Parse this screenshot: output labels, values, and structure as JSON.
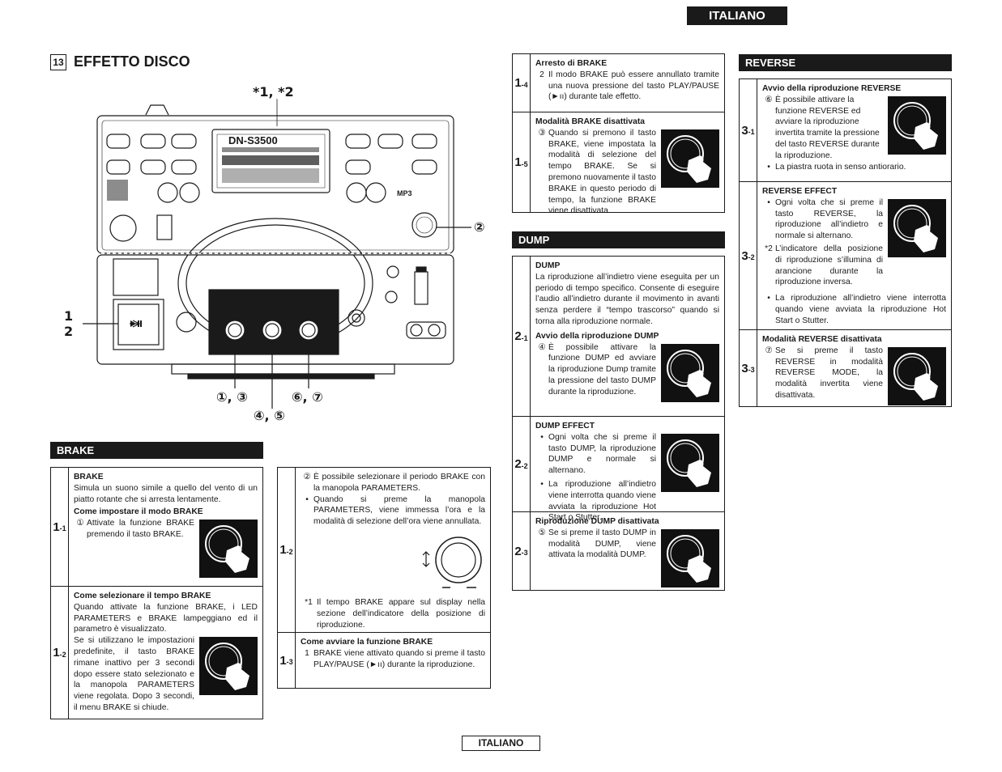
{
  "header": {
    "language_tab": "ITALIANO"
  },
  "section": {
    "number": "13",
    "title": "EFFETTO DISCO"
  },
  "figure": {
    "device_label": "DN-S3500",
    "top_callout": "*1, *2",
    "callout_1": "1",
    "callout_2": "2",
    "callout_knob": "②",
    "callout_13": "①, ③",
    "callout_45": "④, ⑤",
    "callout_67": "⑥, ⑦",
    "mp3": "MP3"
  },
  "brake": {
    "title": "BRAKE",
    "r11": {
      "label": "1",
      "sub": "-1",
      "heading": "BRAKE",
      "text": "Simula un suono simile a quello del vento di un piatto rotante che si arresta lentamente.",
      "sub_heading": "Come impostare il modo BRAKE",
      "m1": "①",
      "t1": "Attivate la funzione BRAKE premendo il tasto BRAKE."
    },
    "r12": {
      "label": "1",
      "sub": "-2",
      "heading": "Come selezionare il tempo BRAKE",
      "text1": "Quando attivate la funzione BRAKE, i LED PARAMETERS e BRAKE lampeggiano ed il parametro è visualizzato.",
      "text2": "Se si utilizzano le impostazioni predefinite, il tasto BRAKE rimane inattivo per 3 secondi dopo essere stato selezionato e la manopola PARAMETERS viene regolata. Dopo 3 secondi, il menu BRAKE si chiude."
    },
    "r12b": {
      "label": "1",
      "sub": "-2",
      "m2": "②",
      "t2": "È possibile selezionare il periodo BRAKE con la manopola PARAMETERS.",
      "m3": "•",
      "t3": "Quando si preme la manopola PARAMETERS, viene immessa l’ora e la modalità di selezione dell’ora viene annullata.",
      "note_m": "*1",
      "note_t": "Il tempo BRAKE appare sul display nella sezione dell’indicatore della posizione di riproduzione."
    },
    "r13": {
      "label": "1",
      "sub": "-3",
      "heading": "Come avviare la funzione BRAKE",
      "m": "1",
      "t": "BRAKE viene attivato quando si preme il tasto PLAY/PAUSE (►ıı) durante la riproduzione."
    },
    "r14": {
      "label": "1",
      "sub": "-4",
      "heading": "Arresto di BRAKE",
      "m": "2",
      "t": "Il modo BRAKE può essere annullato tramite una nuova pressione del tasto PLAY/PAUSE (►ıı) durante tale effetto."
    },
    "r15": {
      "label": "1",
      "sub": "-5",
      "heading": "Modalità BRAKE disattivata",
      "m": "③",
      "t": "Quando si premono il tasto BRAKE, viene impostata la modalità di selezione del tempo BRAKE. Se si premono nuovamente il tasto BRAKE in questo periodo di tempo, la funzione BRAKE viene disattivata."
    }
  },
  "dump": {
    "title": "DUMP",
    "r21": {
      "label": "2",
      "sub": "-1",
      "heading": "DUMP",
      "text": "La riproduzione all’indietro viene eseguita per un periodo di tempo specifico. Consente di eseguire l’audio all’indietro durante il movimento in avanti senza perdere il “tempo trascorso” quando si torna alla riproduzione normale.",
      "sub_heading": "Avvio della riproduzione DUMP",
      "m": "④",
      "t": "È possibile attivare la funzione DUMP ed avviare la riproduzione Dump tramite la pressione del tasto DUMP durante la riproduzione."
    },
    "r22": {
      "label": "2",
      "sub": "-2",
      "heading": "DUMP EFFECT",
      "m1": "•",
      "t1": "Ogni volta che si preme il tasto DUMP, la riproduzione DUMP e normale si alternano.",
      "m2": "•",
      "t2": "La riproduzione all’indietro viene interrotta quando viene avviata la riproduzione Hot Start o Stutter."
    },
    "r23": {
      "label": "2",
      "sub": "-3",
      "heading": "Riproduzione DUMP disattivata",
      "m": "⑤",
      "t": "Se si preme il tasto DUMP in modalità DUMP, viene attivata la modalità DUMP."
    }
  },
  "reverse": {
    "title": "REVERSE",
    "r31": {
      "label": "3",
      "sub": "-1",
      "heading": "Avvio della riproduzione REVERSE",
      "m1": "⑥",
      "t1": "È possibile attivare la funzione REVERSE ed avviare la riproduzione invertita tramite la pressione del tasto REVERSE durante la riproduzione.",
      "m2": "•",
      "t2": "La piastra ruota in senso antiorario."
    },
    "r32": {
      "label": "3",
      "sub": "-2",
      "heading": "REVERSE EFFECT",
      "m1": "•",
      "t1": "Ogni volta che si preme il tasto REVERSE, la riproduzione all’indietro e normale si alternano.",
      "m2": "*2",
      "t2": "L’indicatore della posizione di riproduzione s’illumina di arancione durante la riproduzione inversa.",
      "m3": "•",
      "t3": "La riproduzione all’indietro viene interrotta quando viene avviata la riproduzione Hot Start o Stutter."
    },
    "r33": {
      "label": "3",
      "sub": "-3",
      "heading": "Modalità REVERSE disattivata",
      "m": "⑦",
      "t": "Se si preme il tasto REVERSE in modalità REVERSE MODE, la modalità invertita viene disattivata."
    }
  },
  "footer": {
    "language": "ITALIANO"
  }
}
